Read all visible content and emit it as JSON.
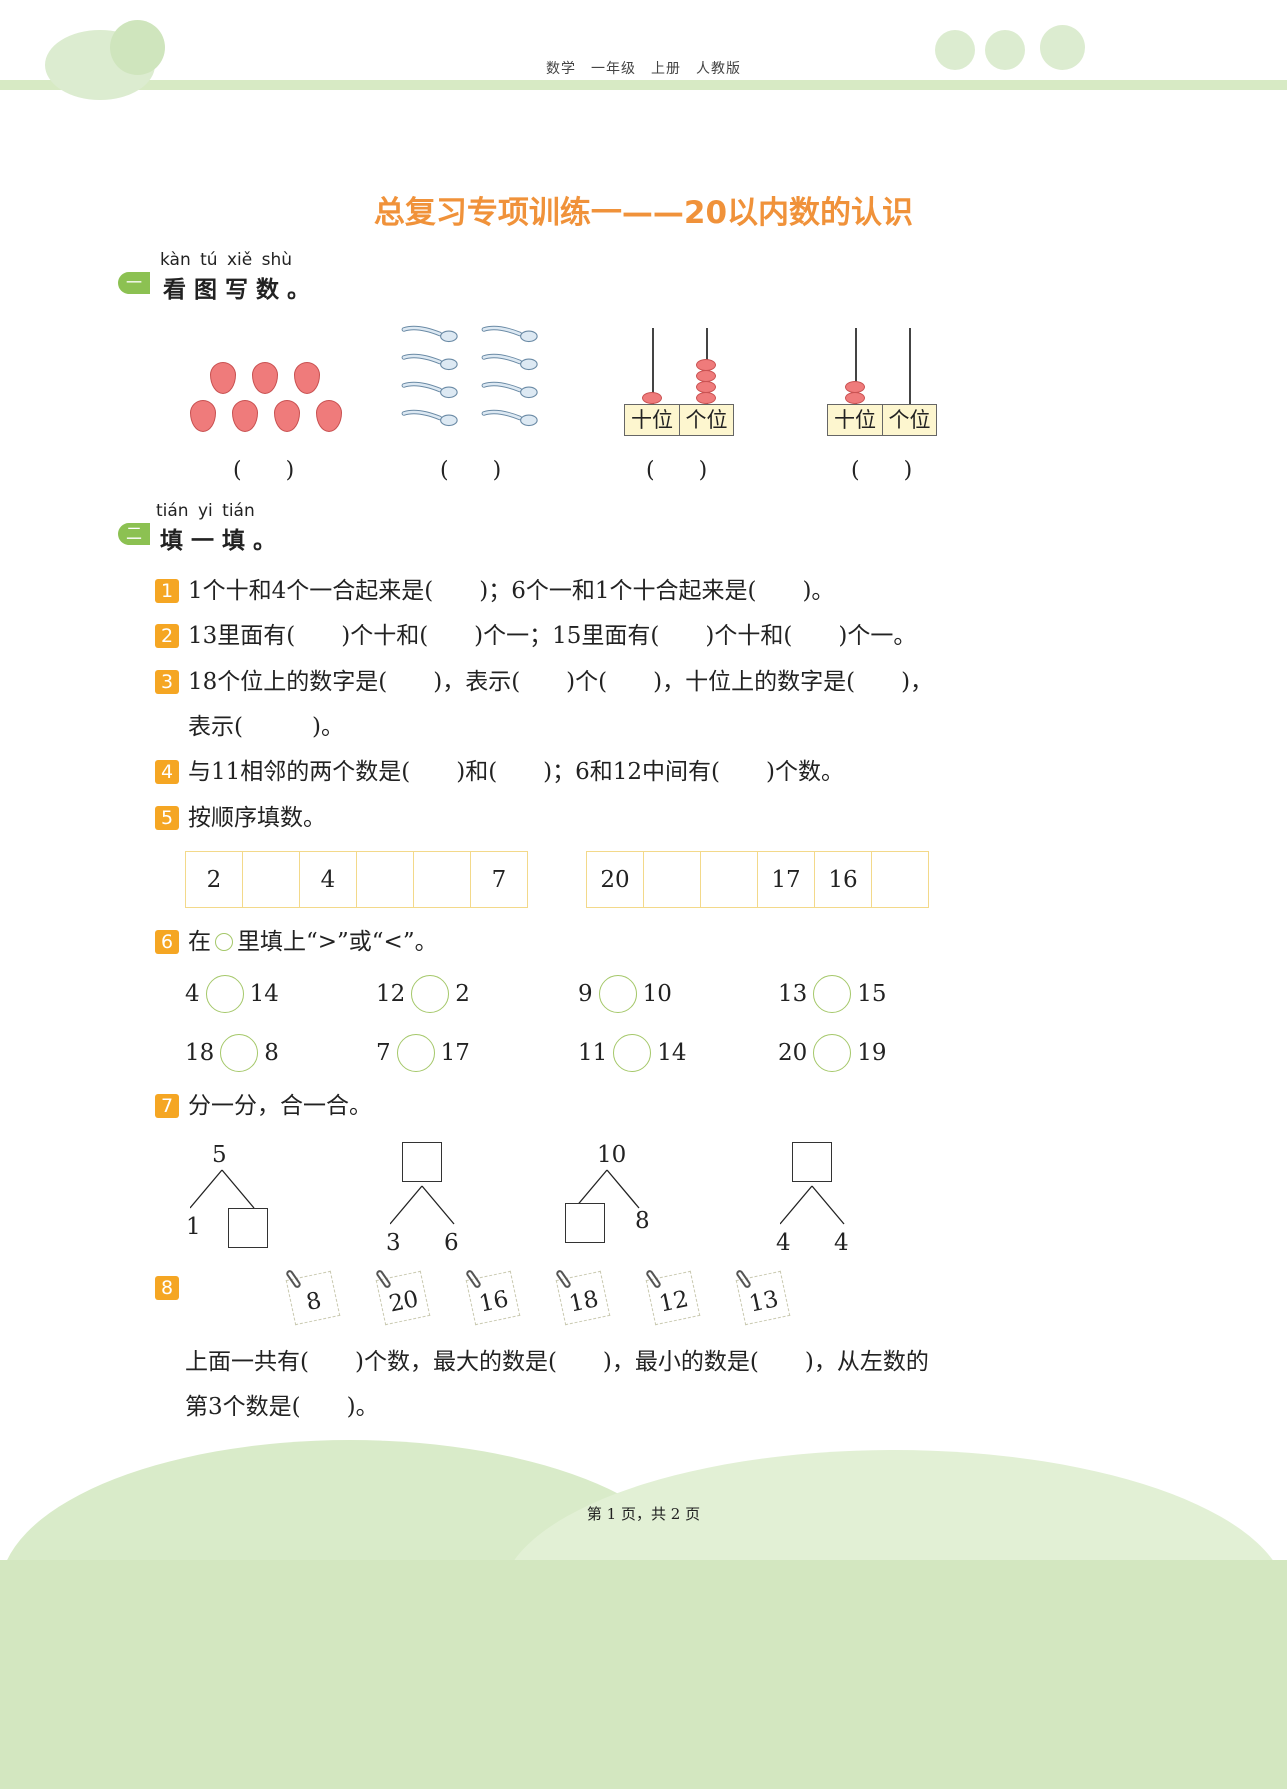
{
  "header": {
    "text": "数学　一年级　上册　人教版"
  },
  "title": "总复习专项训练一——20以内数的认识",
  "section1": {
    "badge": "一",
    "pinyin": "kàn tú xiě shù",
    "heading": "看图写数。",
    "place_labels": [
      "十位",
      "个位"
    ],
    "abacus": [
      {
        "tens": 1,
        "ones": 4
      },
      {
        "tens": 2,
        "ones": 0
      }
    ],
    "strawberries": 7,
    "spoons": 8,
    "blank": "(　　)"
  },
  "section2": {
    "badge": "二",
    "pinyin": "tián yi tián",
    "heading": "填一填。"
  },
  "questions": [
    {
      "n": "1",
      "lines": [
        "1个十和4个一合起来是(　　)；6个一和1个十合起来是(　　)。"
      ]
    },
    {
      "n": "2",
      "lines": [
        "13里面有(　　)个十和(　　)个一；15里面有(　　)个十和(　　)个一。"
      ]
    },
    {
      "n": "3",
      "lines": [
        "18个位上的数字是(　　)，表示(　　)个(　　)，十位上的数字是(　　)，",
        "表示(　　　)。"
      ]
    },
    {
      "n": "4",
      "lines": [
        "与11相邻的两个数是(　　)和(　　)；6和12中间有(　　)个数。"
      ]
    },
    {
      "n": "5",
      "lines": [
        "按顺序填数。"
      ]
    },
    {
      "n": "6",
      "lines": [
        "在",
        "里填上“>”或“<”。"
      ]
    },
    {
      "n": "7",
      "lines": [
        "分一分，合一合。"
      ]
    },
    {
      "n": "8",
      "lines": [
        "上面一共有(　　)个数，最大的数是(　　)，最小的数是(　　)，从左数的",
        "第3个数是(　　)。"
      ]
    }
  ],
  "sequences": [
    [
      "2",
      "",
      "4",
      "",
      "",
      "7"
    ],
    [
      "20",
      "",
      "",
      "17",
      "16",
      ""
    ]
  ],
  "compare": [
    [
      "4",
      "14"
    ],
    [
      "12",
      "2"
    ],
    [
      "9",
      "10"
    ],
    [
      "13",
      "15"
    ],
    [
      "18",
      "8"
    ],
    [
      "7",
      "17"
    ],
    [
      "11",
      "14"
    ],
    [
      "20",
      "19"
    ]
  ],
  "trees": [
    {
      "top": "5",
      "left": "1",
      "right": ""
    },
    {
      "top": "",
      "left": "3",
      "right": "6"
    },
    {
      "top": "10",
      "left": "",
      "right": "8"
    },
    {
      "top": "",
      "left": "4",
      "right": "4"
    }
  ],
  "cards": [
    "8",
    "20",
    "16",
    "18",
    "12",
    "13"
  ],
  "footer": "第 1 页，共 2 页"
}
